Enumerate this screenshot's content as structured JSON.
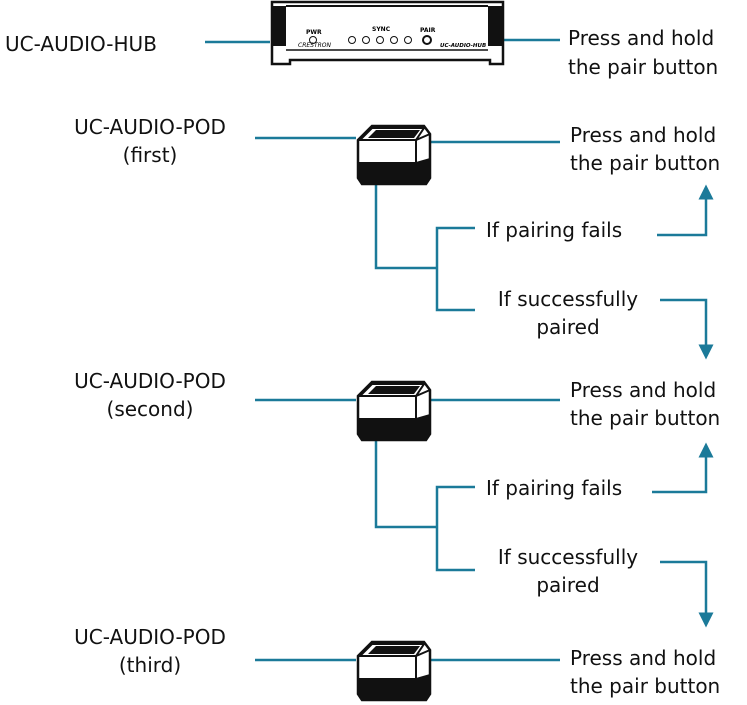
{
  "colors": {
    "line": "#1b7a99",
    "device": "#111111"
  },
  "hub": {
    "name": "UC-AUDIO-HUB",
    "action_line1": "Press and hold",
    "action_line2": "the pair button",
    "panel": {
      "pwr": "PWR",
      "sync": "SYNC",
      "pair": "PAIR",
      "brand": "CRESTRON",
      "model": "UC-AUDIO-HUB"
    }
  },
  "pods": [
    {
      "name": "UC-AUDIO-POD",
      "order": "(first)",
      "action_line1": "Press and hold",
      "action_line2": "the pair button"
    },
    {
      "name": "UC-AUDIO-POD",
      "order": "(second)",
      "action_line1": "Press and hold",
      "action_line2": "the pair button"
    },
    {
      "name": "UC-AUDIO-POD",
      "order": "(third)",
      "action_line1": "Press and hold",
      "action_line2": "the pair button"
    }
  ],
  "branches": [
    {
      "fail": "If pairing fails",
      "success_line1": "If successfully",
      "success_line2": "paired"
    },
    {
      "fail": "If pairing fails",
      "success_line1": "If successfully",
      "success_line2": "paired"
    }
  ]
}
